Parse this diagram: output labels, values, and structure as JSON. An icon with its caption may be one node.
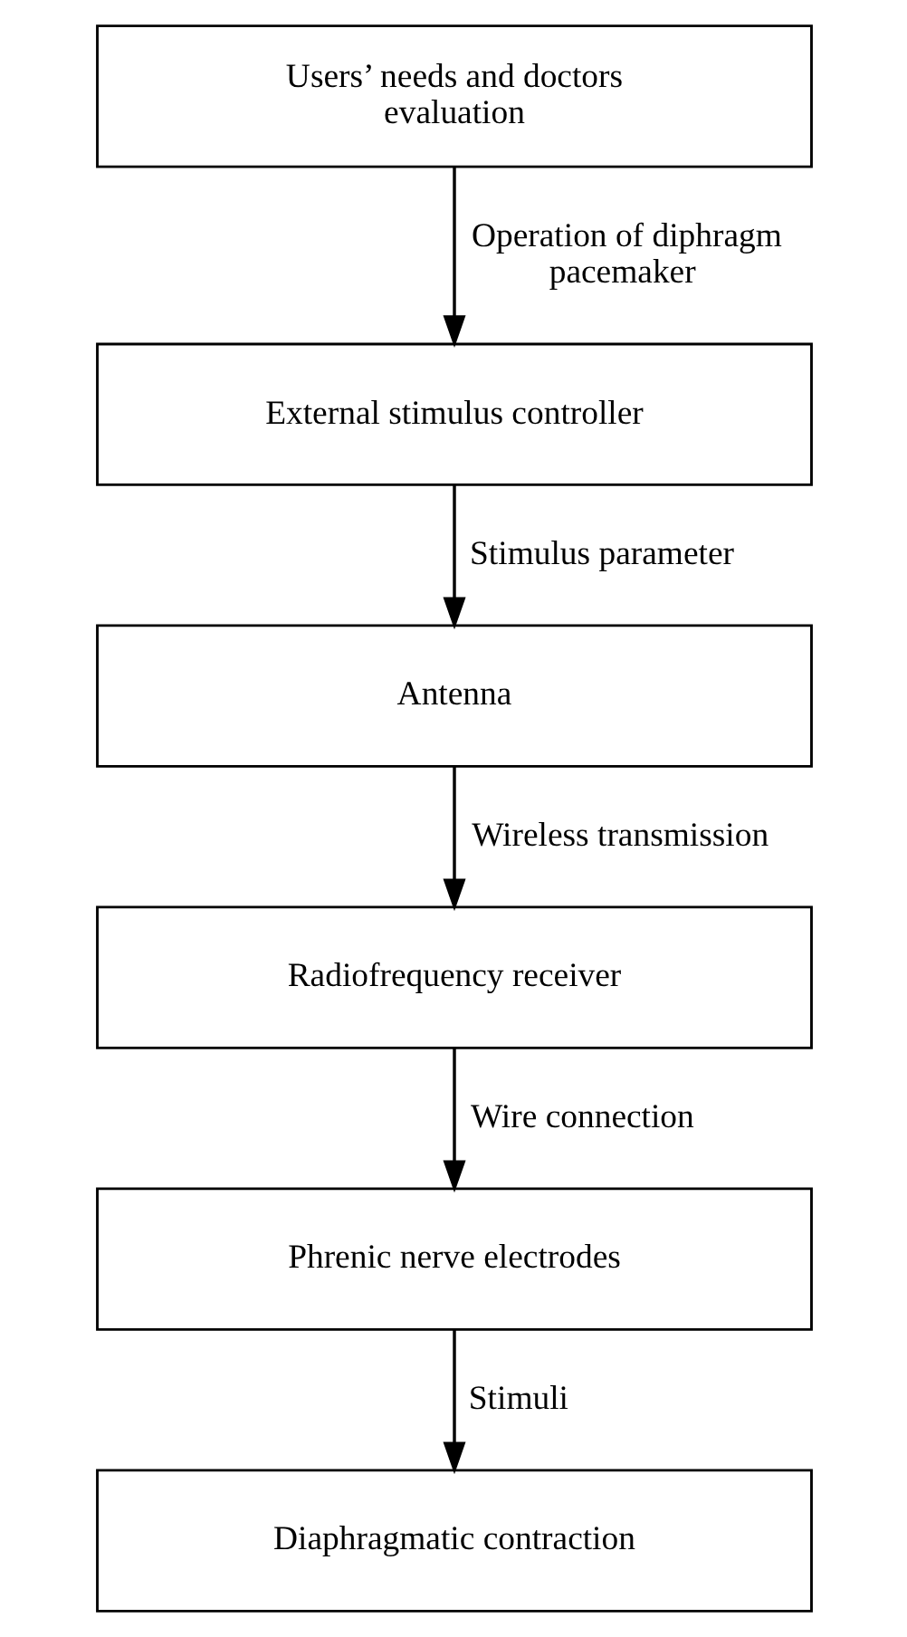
{
  "diagram": {
    "nodes": [
      {
        "text": [
          "Users’ needs and doctors evaluation"
        ]
      },
      {
        "text": [
          "External stimulus controller"
        ]
      },
      {
        "text": [
          "Antenna"
        ]
      },
      {
        "text": [
          "Radiofrequency receiver"
        ]
      },
      {
        "text": [
          "Phrenic nerve electrodes"
        ]
      },
      {
        "text": [
          "Diaphragmatic contraction"
        ]
      }
    ],
    "edges": [
      {
        "from": 0,
        "to": 1,
        "arrow": "to",
        "label": "Operation of diphragm pacemaker"
      },
      {
        "from": 1,
        "to": 2,
        "arrow": "to",
        "label": "Stimulus parameter"
      },
      {
        "from": 2,
        "to": 3,
        "arrow": "to",
        "label": "Wireless transmission"
      },
      {
        "from": 3,
        "to": 4,
        "arrow": "to",
        "label": "Wire connection"
      },
      {
        "from": 4,
        "to": 5,
        "arrow": "to",
        "label": "Stimuli"
      }
    ]
  }
}
